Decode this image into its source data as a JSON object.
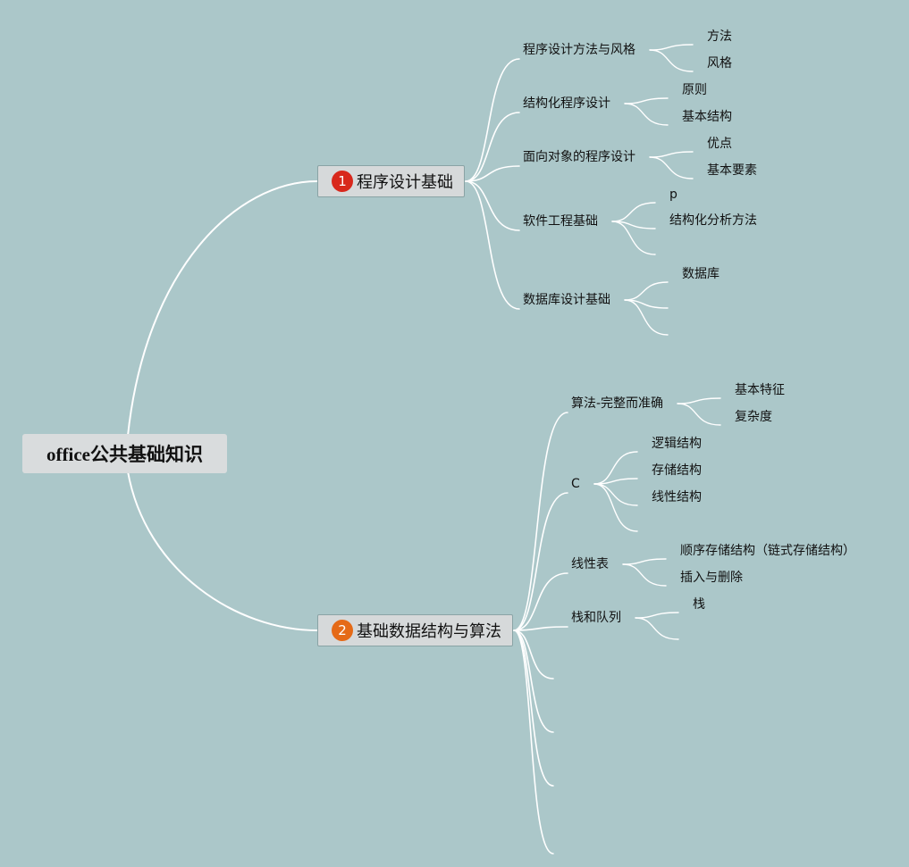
{
  "root": {
    "label": "office公共基础知识"
  },
  "branches": [
    {
      "badge": "1",
      "badge_color": "#d8281c",
      "label": "程序设计基础",
      "children": [
        {
          "label": "程序设计方法与风格",
          "children": [
            "方法",
            "风格"
          ]
        },
        {
          "label": "结构化程序设计",
          "children": [
            "原则",
            "基本结构"
          ]
        },
        {
          "label": "面向对象的程序设计",
          "children": [
            "优点",
            "基本要素"
          ]
        },
        {
          "label": "软件工程基础",
          "children": [
            "p",
            "结构化分析方法",
            ""
          ]
        },
        {
          "label": "数据库设计基础",
          "children": [
            "数据库",
            "",
            ""
          ]
        }
      ]
    },
    {
      "badge": "2",
      "badge_color": "#e56a17",
      "label": "基础数据结构与算法",
      "children": [
        {
          "label": "算法-完整而准确",
          "children": [
            "基本特征",
            "复杂度"
          ]
        },
        {
          "label": "C",
          "children": [
            "逻辑结构",
            "存储结构",
            "线性结构",
            ""
          ]
        },
        {
          "label": "线性表",
          "children": [
            "顺序存储结构（链式存储结构）",
            "插入与删除"
          ]
        },
        {
          "label": "栈和队列",
          "children": [
            "栈",
            ""
          ]
        },
        {
          "label": "",
          "children": []
        },
        {
          "label": "",
          "children": []
        },
        {
          "label": "",
          "children": []
        },
        {
          "label": "",
          "children": []
        }
      ]
    }
  ],
  "colors": {
    "background": "#abc7c9",
    "line": "#ffffff"
  }
}
